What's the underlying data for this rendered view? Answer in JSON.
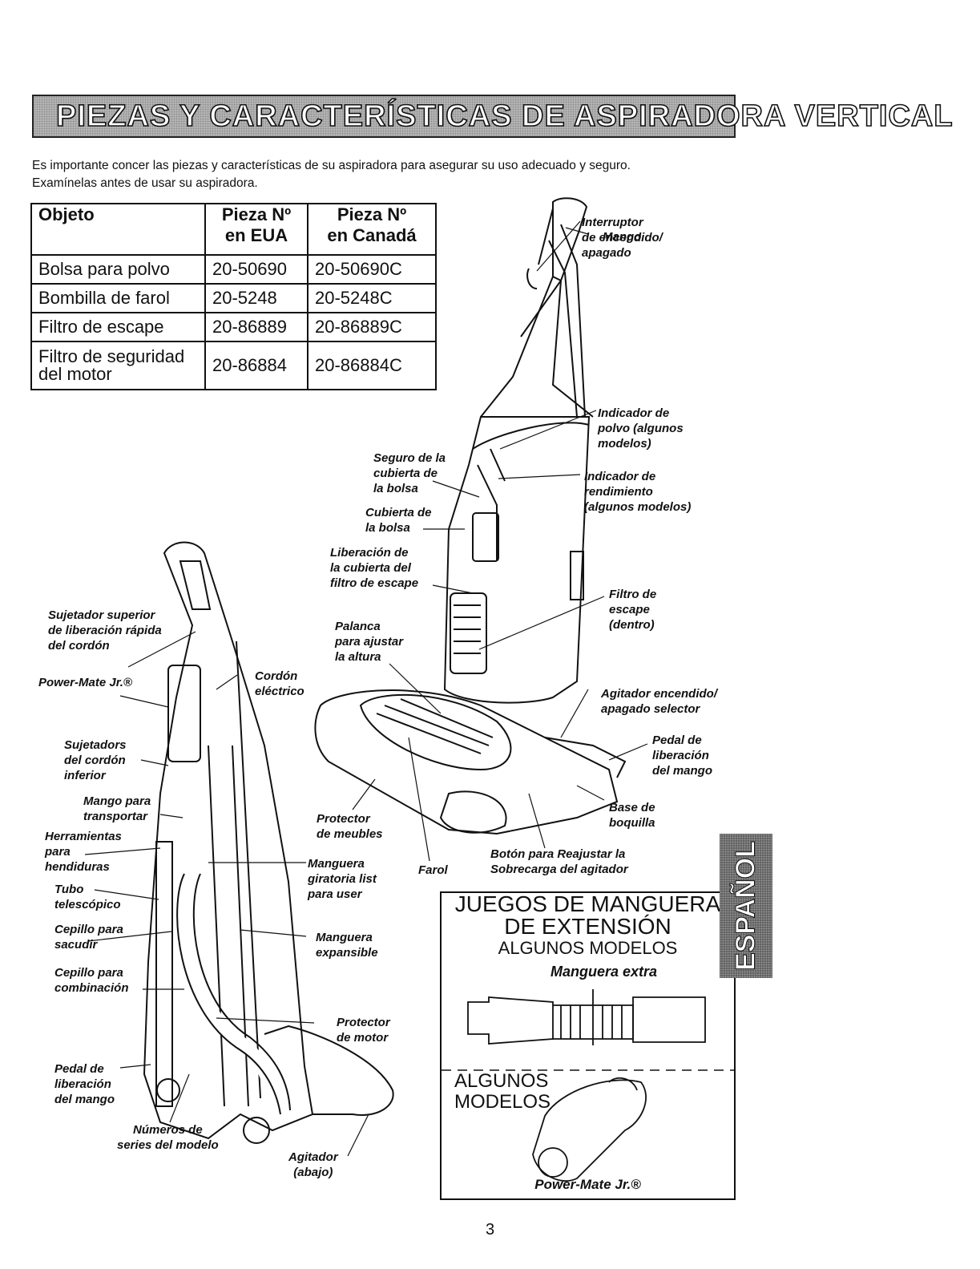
{
  "banner": "PIEZAS Y CARACTERÍSTICAS DE ASPIRADORA VERTICAL",
  "intro": [
    "Es importante concer las piezas y características de su aspiradora para asegurar su uso adecuado y seguro.",
    "Examínelas antes de usar su aspiradora."
  ],
  "table": {
    "headers": [
      "Objeto",
      "Pieza Nº\nen EUA",
      "Pieza Nº\nen Canadá"
    ],
    "rows": [
      [
        "Bolsa para polvo",
        "20-50690",
        "20-50690C"
      ],
      [
        "Bombilla de farol",
        "20-5248",
        "20-5248C"
      ],
      [
        "Filtro de escape",
        "20-86889",
        "20-86889C"
      ],
      [
        "Filtro de seguridad\ndel motor",
        "20-86884",
        "20-86884C"
      ]
    ]
  },
  "labels": {
    "mango": "Mango",
    "interruptor": "Interruptor\nde encendido/\napagado",
    "indicador_polvo": "Indicador de\npolvo (algunos\nmodelos)",
    "indicador_rend": "Indicador de\nrendimiento\n(algunos modelos)",
    "seguro": "Seguro de la\ncubierta de\nla bolsa",
    "cubierta": "Cubierta de\nla bolsa",
    "liberacion_filtro": "Liberación de\nla cubierta del\nfiltro de escape",
    "filtro_escape": "Filtro de\nescape\n(dentro)",
    "palanca": "Palanca\npara ajustar\nla altura",
    "agitador_sel": "Agitador encendido/\napagado selector",
    "pedal_right": "Pedal de\nliberación\ndel mango",
    "base": "Base de\nboquilla",
    "boton": "Botón para Reajustar la\nSobrecarga del agitador",
    "farol": "Farol",
    "protector_muebles": "Protector\nde meubles",
    "sujetador_sup": "Sujetador superior\nde liberación rápida\ndel cordón",
    "powermate": "Power-Mate Jr.®",
    "cordon": "Cordón\neléctrico",
    "sujetadors": "Sujetadors\ndel cordón\ninferior",
    "mango_transp": "Mango para\ntransportar",
    "herramientas": "Herramientas\npara\nhendiduras",
    "tubo": "Tubo\ntelescópico",
    "cepillo_sacudir": "Cepillo para\nsacudir",
    "cepillo_comb": "Cepillo para\ncombinación",
    "manguera_giratoria": "Manguera\ngiratoria list\npara user",
    "manguera_exp": "Manguera\nexpansible",
    "protector_motor": "Protector\nde motor",
    "pedal_left": "Pedal de\nliberación\ndel mango",
    "numeros": "Números de\nseries del modelo",
    "agitador_abajo": "Agitador\n(abajo)"
  },
  "kit": {
    "title1": "JUEGOS DE MANGUERA",
    "title2": "DE EXTENSIÓN",
    "subtitle": "ALGUNOS MODELOS",
    "hose_label": "Manguera extra",
    "algunos1": "ALGUNOS",
    "algunos2": "MODELOS",
    "powermate": "Power-Mate Jr.®"
  },
  "side_tab": "ESPAÑOL",
  "page_number": "3"
}
